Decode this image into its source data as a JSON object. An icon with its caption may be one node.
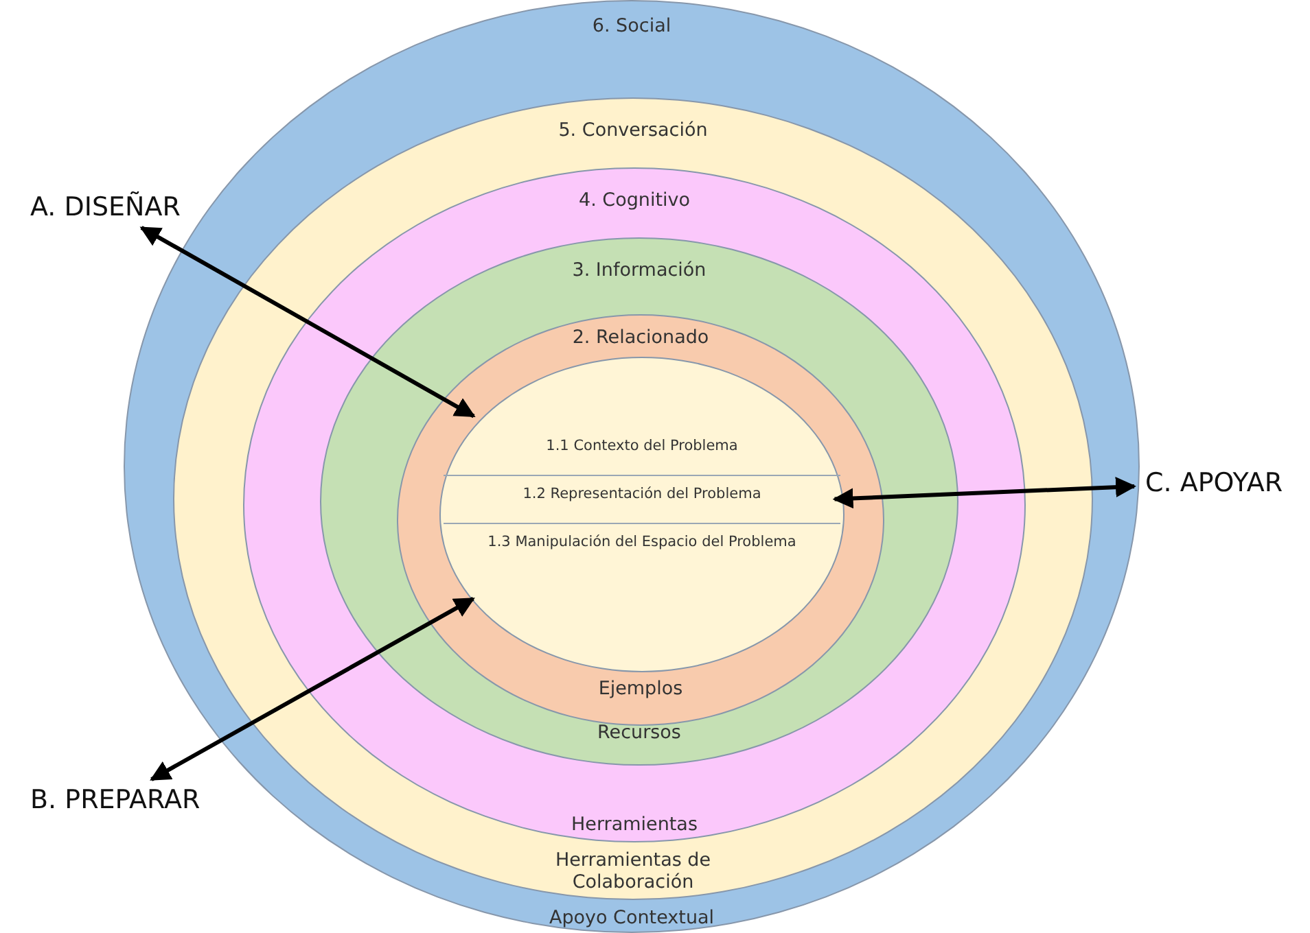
{
  "diagram": {
    "nodes": [
      {
        "text": [
          "6. Social",
          "Apoyo Contextual"
        ]
      },
      {
        "text": [
          "5. Conversación",
          "Herramientas de Colaboración"
        ],
        "in": 0
      },
      {
        "text": [
          "4. Cognitivo",
          "Herramientas"
        ],
        "in": 1
      },
      {
        "text": [
          "3. Información",
          "Recursos"
        ],
        "in": 2
      },
      {
        "text": [
          "2. Relacionado",
          "Ejemplos"
        ],
        "in": 3
      },
      {
        "text": [
          "1.1 Contexto del Problema",
          "1.2 Representación del Problema",
          "1.3 Manipulación del Espacio del Problema"
        ],
        "in": 4
      },
      {
        "text": [
          "A. DISEÑAR"
        ]
      },
      {
        "text": [
          "B. PREPARAR"
        ]
      },
      {
        "text": [
          "C. APOYAR"
        ]
      }
    ],
    "edges": [
      {
        "from": 6,
        "to": 5,
        "arrow": "both"
      },
      {
        "from": 7,
        "to": 5,
        "arrow": "both"
      },
      {
        "from": 8,
        "to": 5,
        "arrow": "both"
      }
    ]
  }
}
